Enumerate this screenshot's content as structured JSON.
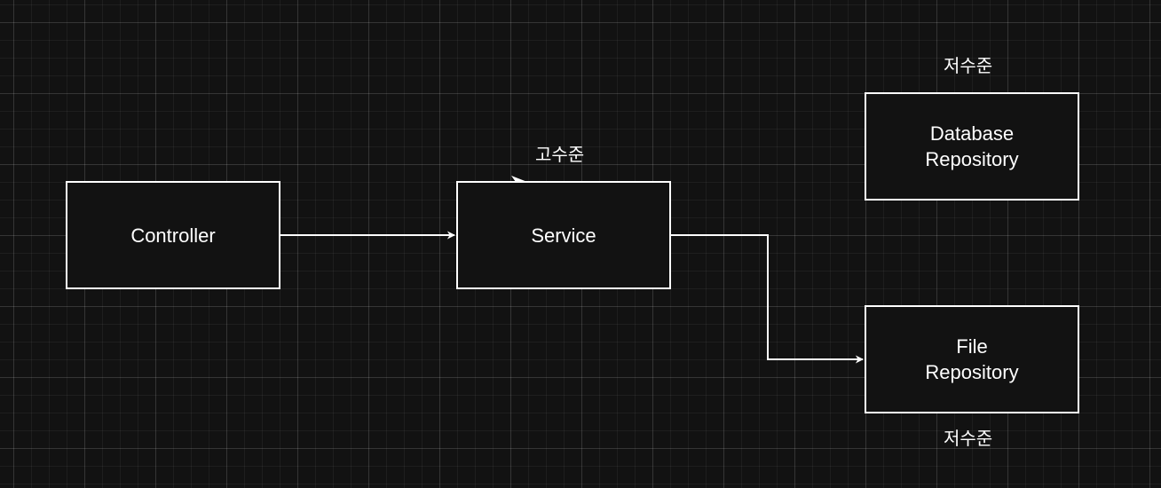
{
  "diagram": {
    "nodes": {
      "controller": "Controller",
      "service": "Service",
      "database_repository": "Database\nRepository",
      "file_repository": "File\nRepository"
    },
    "labels": {
      "high_level": "고수준",
      "low_level_top": "저수준",
      "low_level_bottom": "저수준"
    },
    "colors": {
      "background": "#121212",
      "stroke": "#ffffff",
      "text": "#ffffff"
    }
  }
}
